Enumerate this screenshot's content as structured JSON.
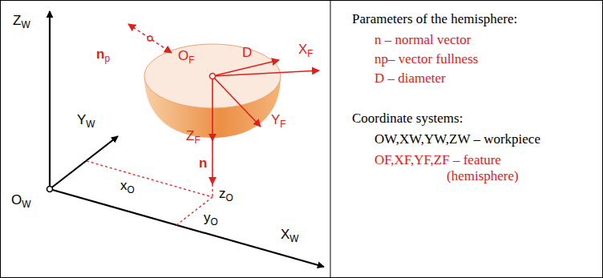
{
  "diagram": {
    "labels": [
      "ZW",
      "YW",
      "XW",
      "OW",
      "xO",
      "yO",
      "zO",
      "np",
      "OF",
      "D",
      "XF",
      "YF",
      "ZF",
      "n",
      "Parameters of the hemisphere:",
      "n – normal vector",
      "np– vector fullness",
      "D – diameter",
      "Coordinate systems:",
      "OW,XW,YW,ZW – workpiece",
      "OF,XF,YF,ZF – feature (hemisphere)"
    ]
  }
}
